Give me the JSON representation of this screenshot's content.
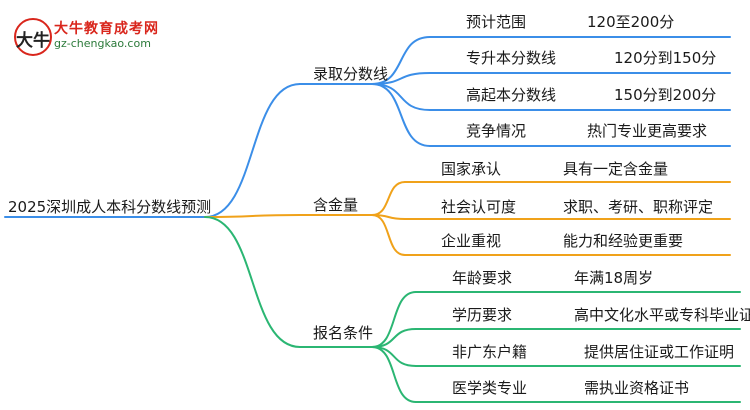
{
  "logo": {
    "site_name": "大牛教育成考网",
    "url": "gz-chengkao.com",
    "badge_glyph": "大牛"
  },
  "root": {
    "label": "2025深圳成人本科分数线预测"
  },
  "colors": {
    "branch_score": "#3b8ee8",
    "branch_value": "#f0a21a",
    "branch_requirements": "#2bb673",
    "logo_red": "#d9261c",
    "logo_green": "#2b7a3a"
  },
  "branches": [
    {
      "label": "录取分数线",
      "color_key": "branch_score",
      "items": [
        {
          "key": "预计范围",
          "value": "120至200分"
        },
        {
          "key": "专升本分数线",
          "value": "120分到150分"
        },
        {
          "key": "高起本分数线",
          "value": "150分到200分"
        },
        {
          "key": "竞争情况",
          "value": "热门专业更高要求"
        }
      ]
    },
    {
      "label": "含金量",
      "color_key": "branch_value",
      "items": [
        {
          "key": "国家承认",
          "value": "具有一定含金量"
        },
        {
          "key": "社会认可度",
          "value": "求职、考研、职称评定"
        },
        {
          "key": "企业重视",
          "value": "能力和经验更重要"
        }
      ]
    },
    {
      "label": "报名条件",
      "color_key": "branch_requirements",
      "items": [
        {
          "key": "年龄要求",
          "value": "年满18周岁"
        },
        {
          "key": "学历要求",
          "value": "高中文化水平或专科毕业证"
        },
        {
          "key": "非广东户籍",
          "value": "提供居住证或工作证明"
        },
        {
          "key": "医学类专业",
          "value": "需执业资格证书"
        }
      ]
    }
  ]
}
